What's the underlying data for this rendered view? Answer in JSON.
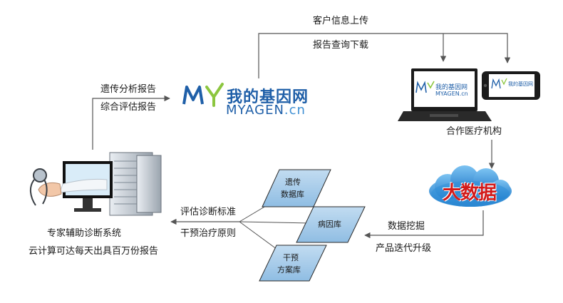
{
  "flow_labels": {
    "upload": "客户信息上传",
    "download": "报告查询下载",
    "genetic_report": "遗传分析报告",
    "comprehensive_report": "综合评估报告",
    "partner": "合作医疗机构",
    "data_mining": "数据挖掘",
    "iteration": "产品迭代升级",
    "eval_standard": "评估诊断标准",
    "intervention_principle": "干预治疗原则",
    "expert_system": "专家辅助诊断系统",
    "cloud_compute": "云计算可达每天出具百万份报告"
  },
  "brand": {
    "monogram": "MY",
    "name_cn": "我的基因网",
    "name_en": "MYAGEN",
    "domain_suffix": ".cn",
    "primary_color": "#1f5fa8",
    "accent_color": "#8cc63f"
  },
  "devices": {
    "laptop_screen_logo": "MYAGEN.cn",
    "laptop_screen_cn": "我的基因网",
    "phone_screen_cn": "我的基因网"
  },
  "cloud": {
    "text": "大数据",
    "text_color": "#d21a1a",
    "fill_color": "#2f8fd8"
  },
  "databases": [
    {
      "line1": "遗传",
      "line2": "数据库"
    },
    {
      "line1": "病因库",
      "line2": ""
    },
    {
      "line1": "干预",
      "line2": "方案库"
    }
  ],
  "colors": {
    "arrow": "#555555",
    "db_fill": "#a9cdea",
    "db_stroke": "#2a2a2a"
  }
}
